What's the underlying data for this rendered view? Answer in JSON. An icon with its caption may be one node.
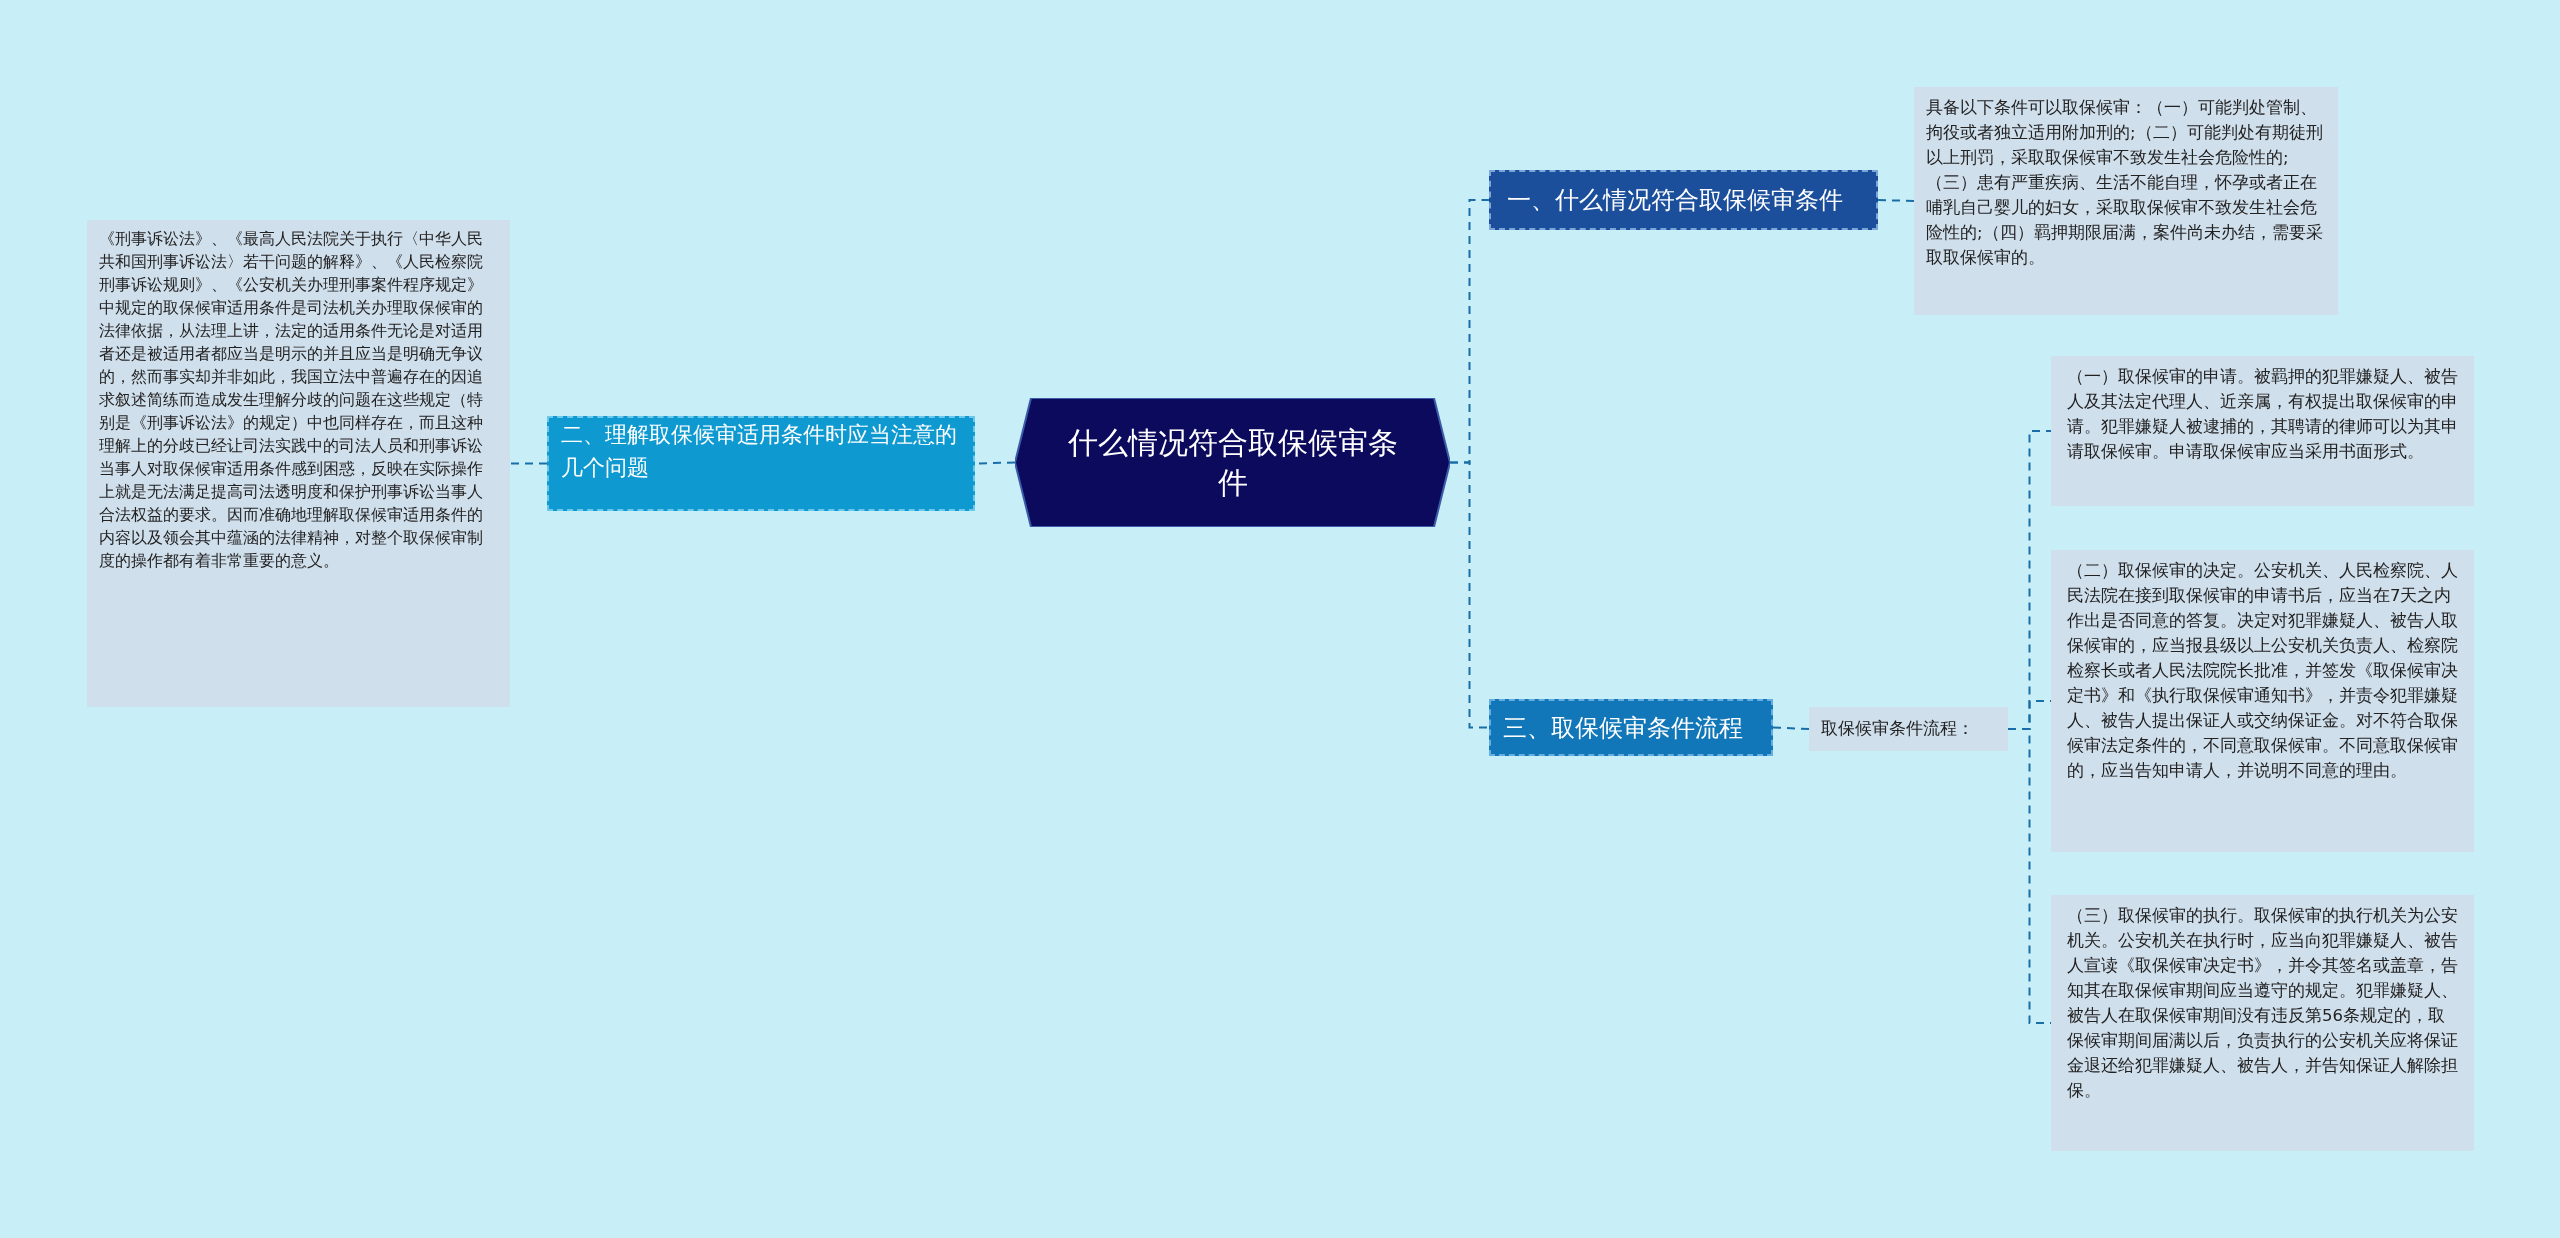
{
  "diagram": {
    "nodes": [
      {
        "text": [
          "什么情况符合取保候审条件"
        ]
      },
      {
        "text": [
          "一、什么情况符合取保候审条件"
        ]
      },
      {
        "text": [
          "具备以下条件可以取保候审：（一）可能判处管制、拘役或者独立适用附加刑的;（二）可能判处有期徒刑以上刑罚，采取取保候审不致发生社会危险性的;（三）患有严重疾病、生活不能自理，怀孕或者正在哺乳自己婴儿的妇女，采取取保候审不致发生社会危险性的;（四）羁押期限届满，案件尚未办结，需要采取取保候审的。"
        ]
      },
      {
        "text": [
          "二、理解取保候审适用条件时应当注意的几个问题"
        ]
      },
      {
        "text": [
          "《刑事诉讼法》、《最高人民法院关于执行〈中华人民共和国刑事诉讼法〉若干问题的解释》、《人民检察院刑事诉讼规则》、《公安机关办理刑事案件程序规定》中规定的取保候审适用条件是司法机关办理取保候审的法律依据，从法理上讲，法定的适用条件无论是对适用者还是被适用者都应当是明示的并且应当是明确无争议的，然而事实却并非如此，我国立法中普遍存在的因追求叙述简练而造成发生理解分歧的问题在这些规定（特别是《刑事诉讼法》的规定）中也同样存在，而且这种理解上的分歧已经让司法实践中的司法人员和刑事诉讼当事人对取保候审适用条件感到困惑，反映在实际操作上就是无法满足提高司法透明度和保护刑事诉讼当事人合法权益的要求。因而准确地理解取保候审适用条件的内容以及领会其中蕴涵的法律精神，对整个取保候审制度的操作都有着非常重要的意义。"
        ]
      },
      {
        "text": [
          "三、取保候审条件流程"
        ]
      },
      {
        "text": [
          "取保候审条件流程："
        ]
      },
      {
        "text": [
          "（一）取保候审的申请。被羁押的犯罪嫌疑人、被告人及其法定代理人、近亲属，有权提出取保候审的申请。犯罪嫌疑人被逮捕的，其聘请的律师可以为其申请取保候审。申请取保候审应当采用书面形式。"
        ]
      },
      {
        "text": [
          "（二）取保候审的决定。公安机关、人民检察院、人民法院在接到取保候审的申请书后，应当在7天之内作出是否同意的答复。决定对犯罪嫌疑人、被告人取保候审的，应当报县级以上公安机关负责人、检察院检察长或者人民法院院长批准，并签发《取保候审决定书》和《执行取保候审通知书》，并责令犯罪嫌疑人、被告人提出保证人或交纳保证金。对不符合取保候审法定条件的，不同意取保候审。不同意取保候审的，应当告知申请人，并说明不同意的理由。"
        ]
      },
      {
        "text": [
          "（三）取保候审的执行。取保候审的执行机关为公安机关。公安机关在执行时，应当向犯罪嫌疑人、被告人宣读《取保候审决定书》，并令其签名或盖章，告知其在取保候审期间应当遵守的规定。犯罪嫌疑人、被告人在取保候审期间没有违反第56条规定的，取保候审期间届满以后，负责执行的公安机关应将保证金退还给犯罪嫌疑人、被告人，并告知保证人解除担保。"
        ]
      }
    ],
    "edges": [
      {
        "from": 0,
        "to": 1,
        "arrow": "none",
        "style": "dashed"
      },
      {
        "from": 0,
        "to": 5,
        "arrow": "none",
        "style": "dashed"
      },
      {
        "from": 1,
        "to": 2,
        "arrow": "none",
        "style": "dashed"
      },
      {
        "from": 0,
        "to": 3,
        "arrow": "none",
        "style": "dashed"
      },
      {
        "from": 3,
        "to": 4,
        "arrow": "none",
        "style": "dashed"
      },
      {
        "from": 5,
        "to": 6,
        "arrow": "none",
        "style": "dashed"
      },
      {
        "from": 6,
        "to": 7,
        "arrow": "none",
        "style": "dashed"
      },
      {
        "from": 6,
        "to": 8,
        "arrow": "none",
        "style": "dashed"
      },
      {
        "from": 6,
        "to": 9,
        "arrow": "none",
        "style": "dashed"
      }
    ]
  }
}
